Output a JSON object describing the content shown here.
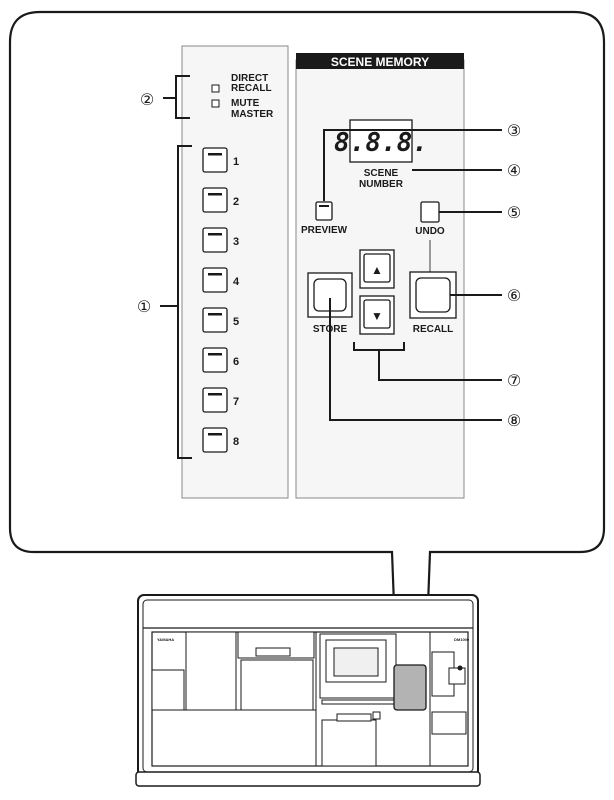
{
  "panel": {
    "title": "SCENE MEMORY",
    "direct_recall": [
      "DIRECT",
      "RECALL"
    ],
    "mute_master": [
      "MUTE",
      "MASTER"
    ],
    "user_keys": [
      "1",
      "2",
      "3",
      "4",
      "5",
      "6",
      "7",
      "8"
    ],
    "display": "8.8.8.",
    "scene_number": [
      "SCENE",
      "NUMBER"
    ],
    "preview": "PREVIEW",
    "undo": "UNDO",
    "store": "STORE",
    "recall": "RECALL",
    "up_symbol": "▲",
    "down_symbol": "▼"
  },
  "callouts": [
    "①",
    "②",
    "③",
    "④",
    "⑤",
    "⑥",
    "⑦",
    "⑧"
  ],
  "console": {
    "brand": "YAMAHA",
    "model": "DM1000"
  }
}
